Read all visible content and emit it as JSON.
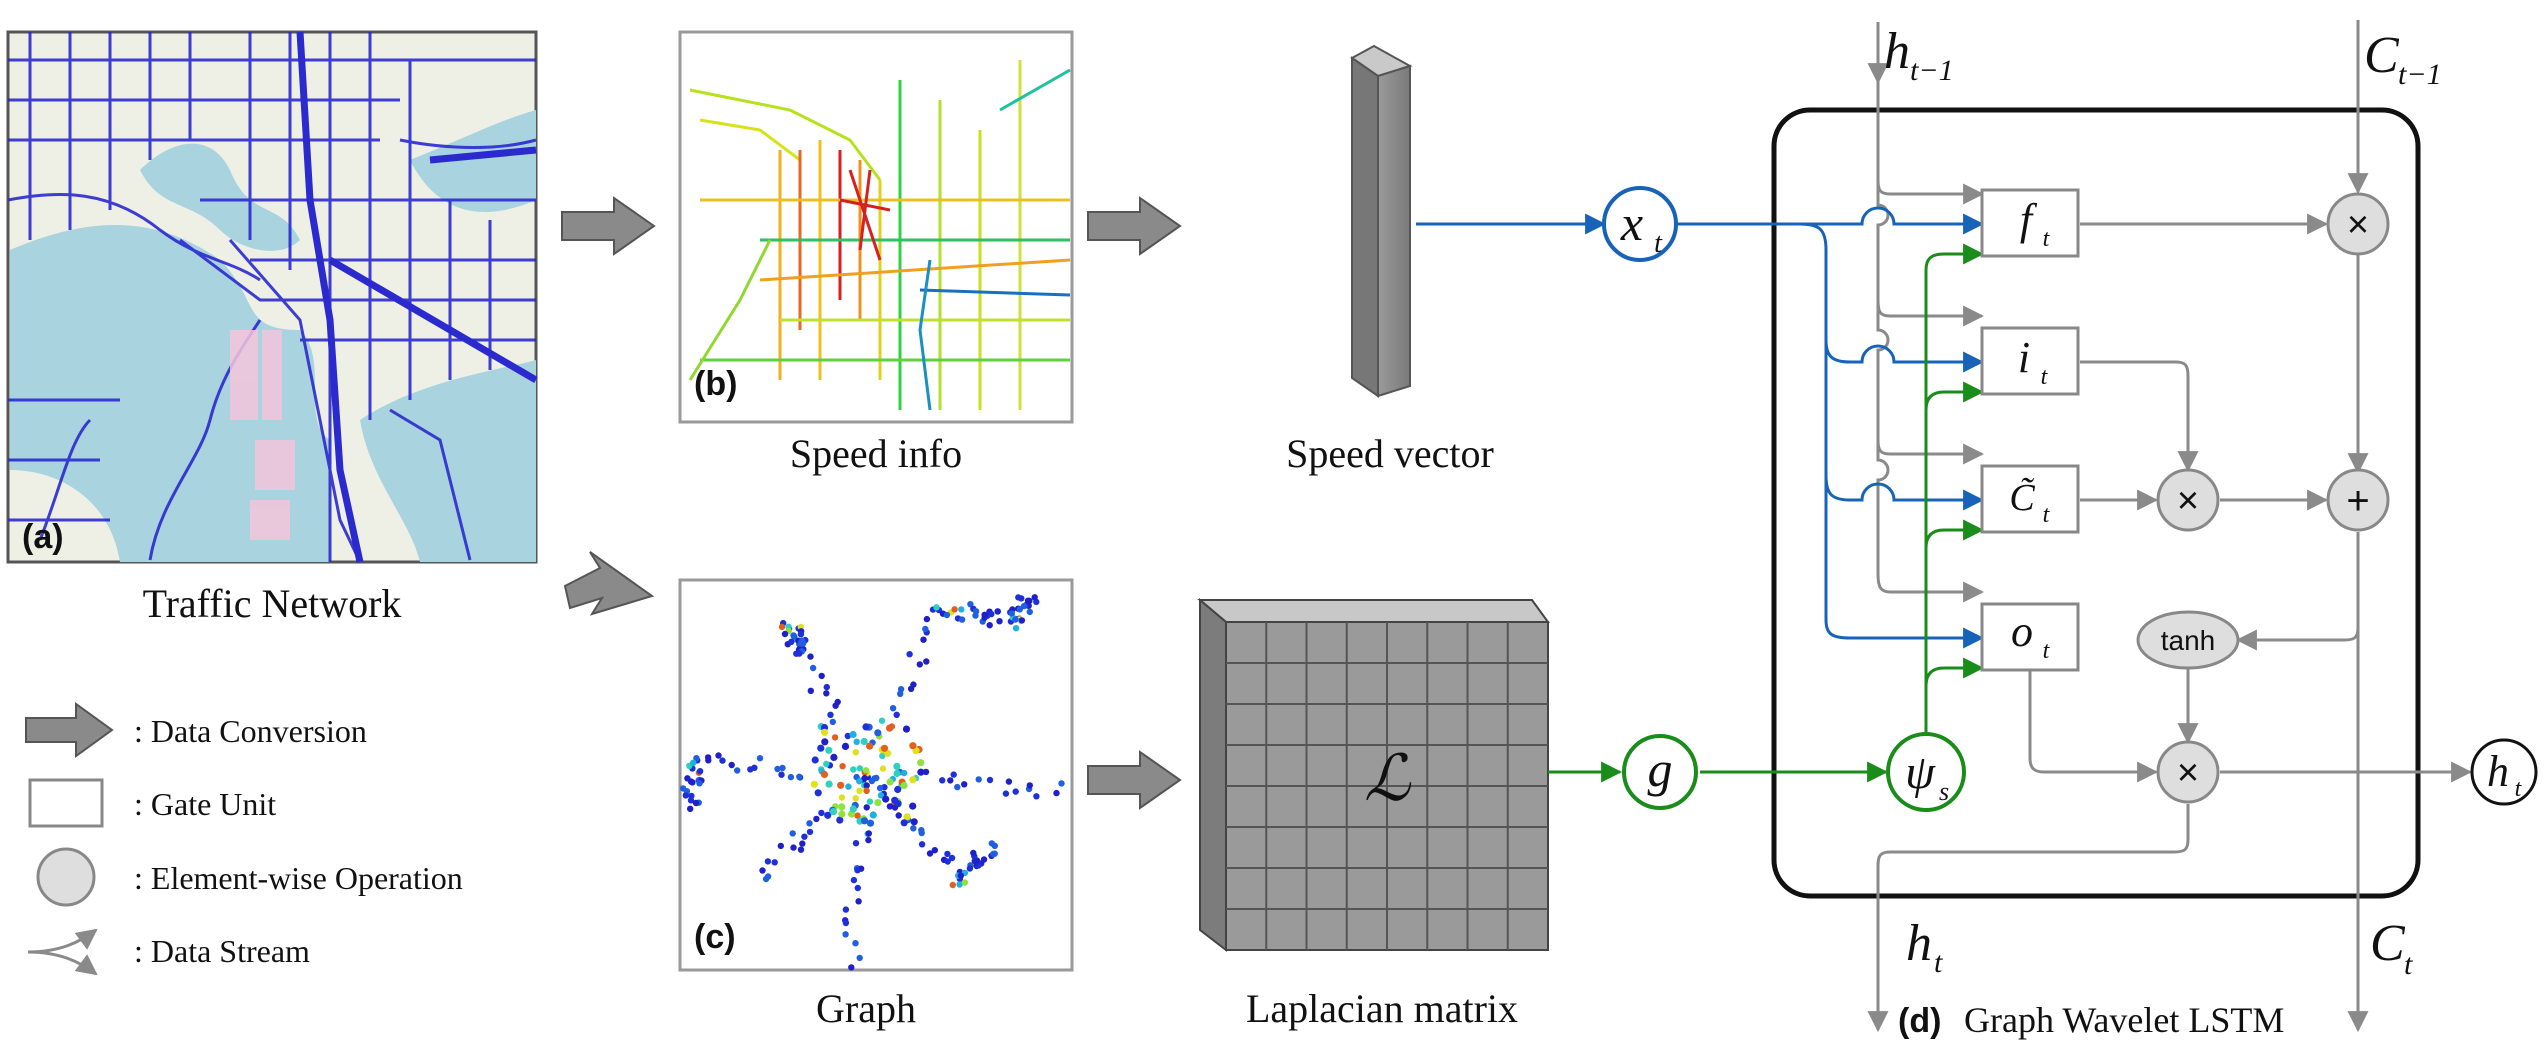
{
  "panels": {
    "a": {
      "letter": "(a)",
      "caption": "Traffic Network"
    },
    "b": {
      "letter": "(b)",
      "caption": "Speed info"
    },
    "c": {
      "letter": "(c)",
      "caption": "Graph"
    },
    "speed_vector": {
      "caption": "Speed vector"
    },
    "laplacian": {
      "caption": "Laplacian matrix",
      "symbol": "ℒ"
    },
    "d": {
      "letter": "(d)",
      "caption": "Graph Wavelet LSTM"
    }
  },
  "nodes": {
    "x": {
      "base": "x",
      "sub": "t"
    },
    "g": {
      "base": "g"
    },
    "psi": {
      "base": "ψ",
      "sub": "s"
    },
    "h_out": {
      "base": "h",
      "sub": "t"
    }
  },
  "gates": {
    "f": {
      "base": "f",
      "sub": "t"
    },
    "i": {
      "base": "i",
      "sub": "t"
    },
    "c": {
      "base": "C̃",
      "sub": "t"
    },
    "o": {
      "base": "o",
      "sub": "t"
    }
  },
  "ops": {
    "mul": "×",
    "add": "+",
    "tanh": "tanh"
  },
  "state_labels": {
    "h_prev": {
      "base": "h",
      "sub": "t−1"
    },
    "c_prev": {
      "base": "C",
      "sub": "t−1"
    },
    "h_next": {
      "base": "h",
      "sub": "t"
    },
    "c_next": {
      "base": "C",
      "sub": "t"
    }
  },
  "legend": [
    {
      "icon": "arrow-icon",
      "label": ": Data Conversion"
    },
    {
      "icon": "gate-box-icon",
      "label": ": Gate Unit"
    },
    {
      "icon": "circle-icon",
      "label": ": Element-wise Operation"
    },
    {
      "icon": "fork-arrow-icon",
      "label": ": Data Stream"
    }
  ],
  "colors": {
    "blue": "#1763b8",
    "green": "#1a8c1a",
    "gray": "#8a8a8a",
    "op_fill": "#dedede",
    "map_water": "#a9d3df",
    "map_land": "#eef0e6",
    "map_road": "#2a2acf"
  }
}
